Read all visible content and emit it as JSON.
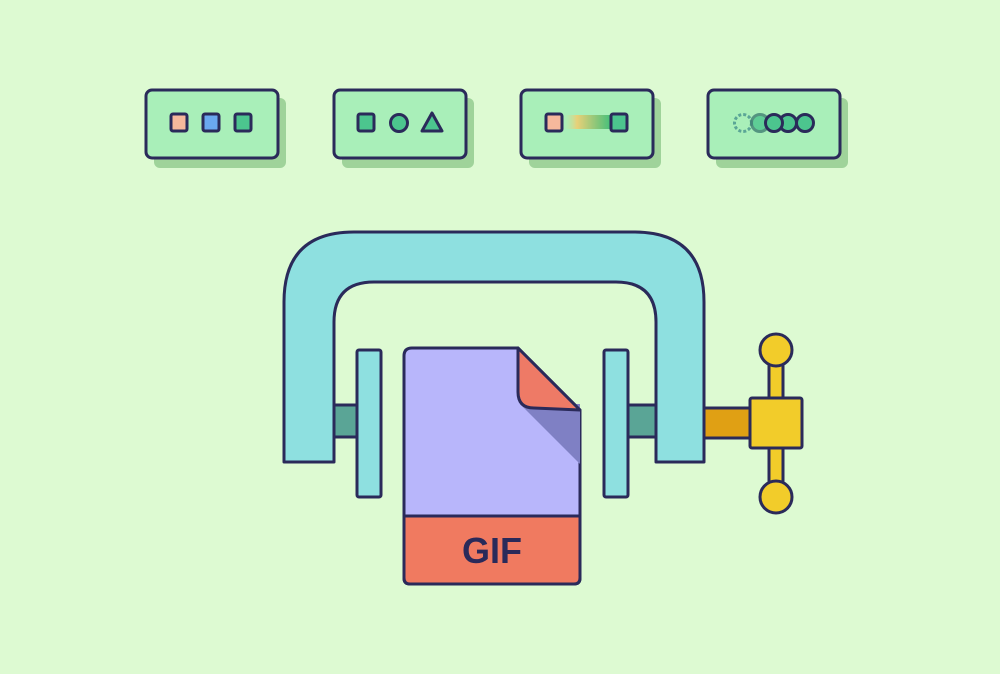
{
  "colors": {
    "background": "#ddfad2",
    "outline": "#2a2a5a",
    "card_fill": "#a9efb9",
    "card_shadow": "#9fd39a",
    "clamp_fill": "#8ee0e0",
    "rod_fill": "#5aa596",
    "screw_fill": "#f2cc2a",
    "screw_rod": "#e0a014",
    "file_fill": "#b8b6fb",
    "file_fold": "#ee7a66",
    "file_fold_shadow": "#7f80c4",
    "file_band": "#f07a60"
  },
  "cards": [
    {
      "name": "card-three-squares",
      "icons": [
        "square-icon",
        "square-icon",
        "square-icon"
      ],
      "icon_colors": [
        "#f6b89c",
        "#6aa8f0",
        "#4cc58e"
      ]
    },
    {
      "name": "card-shapes",
      "icons": [
        "square-icon",
        "circle-icon",
        "triangle-icon"
      ],
      "icon_colors": [
        "#4cc58e",
        "#4cc58e",
        "#4cc58e"
      ]
    },
    {
      "name": "card-gradient",
      "icons": [
        "square-icon",
        "gradient-bar-icon",
        "square-icon"
      ],
      "icon_colors": [
        "#f6b89c",
        "#4cc58e",
        "#4cc58e"
      ]
    },
    {
      "name": "card-circles",
      "icons": [
        "circle-icon",
        "circle-icon",
        "circle-icon",
        "circle-icon"
      ],
      "icon_colors": [
        "#5aa596",
        "#4cc58e",
        "#4cc58e",
        "#4cc58e"
      ]
    }
  ],
  "file": {
    "label": "GIF"
  }
}
